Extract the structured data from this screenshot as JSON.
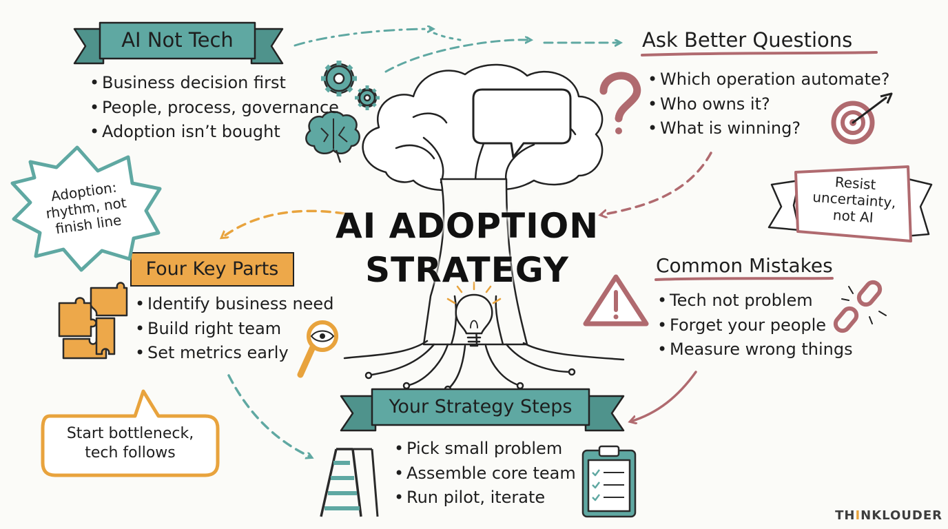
{
  "title": {
    "line1": "AI ADOPTION",
    "line2": "STRATEGY"
  },
  "sections": {
    "ai_not_tech": {
      "heading": "AI Not Tech",
      "items": [
        "Business decision first",
        "People, process, governance",
        "Adoption isn’t bought"
      ]
    },
    "ask_better_questions": {
      "heading": "Ask Better Questions",
      "items": [
        "Which operation automate?",
        "Who owns it?",
        "What is winning?"
      ]
    },
    "four_key_parts": {
      "heading": "Four Key Parts",
      "items": [
        "Identify business need",
        "Build right team",
        "Set metrics early"
      ]
    },
    "common_mistakes": {
      "heading": "Common Mistakes",
      "items": [
        "Tech not problem",
        "Forget your people",
        "Measure wrong things"
      ]
    },
    "strategy_steps": {
      "heading": "Your Strategy Steps",
      "items": [
        "Pick small problem",
        "Assemble core team",
        "Run pilot, iterate"
      ]
    }
  },
  "notes": {
    "burst": [
      "Adoption:",
      "rhythm, not",
      "finish line"
    ],
    "banner": [
      "Resist",
      "uncertainty,",
      "not AI"
    ],
    "speech": [
      "Start bottleneck,",
      "tech follows"
    ]
  },
  "logo": {
    "part1": "TH",
    "part2": "I",
    "part3": "NKLOUDER"
  },
  "colors": {
    "teal": "#5fa8a2",
    "mauve": "#b06a6f",
    "orange": "#e8a33d",
    "ink": "#1e1e1e"
  },
  "icons": [
    "gears-icon",
    "brain-icon",
    "question-mark-icon",
    "target-icon",
    "puzzle-icon",
    "magnifier-icon",
    "warning-icon",
    "broken-link-icon",
    "ladder-icon",
    "clipboard-icon",
    "lightbulb-icon",
    "tree-icon",
    "speech-bubble-icon"
  ]
}
